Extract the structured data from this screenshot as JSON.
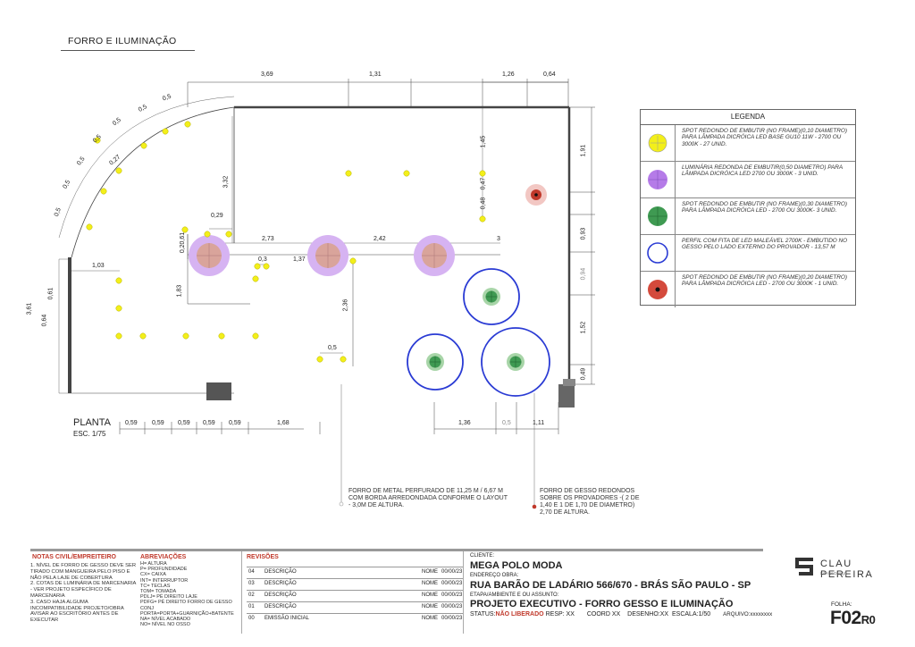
{
  "page_title": "FORRO E ILUMINAÇÃO",
  "plan": {
    "label": "PLANTA",
    "scale": "ESC. 1/75",
    "dims_top": [
      "3,69",
      "1,31",
      "1,26",
      "0,64"
    ],
    "dims_right": [
      "1,91",
      "0,93",
      "0,94",
      "1,52",
      "0,49"
    ],
    "dims_bottom": [
      "0,59",
      "0,59",
      "0,59",
      "0,59",
      "0,59",
      "1,68",
      "1,36",
      "0,5",
      "1,11"
    ],
    "dims_inner": [
      "3,32",
      "1,45",
      "0,47",
      "0,48",
      "0,29",
      "0,20,61",
      "2,73",
      "2,42",
      "3",
      "0,3",
      "1,37",
      "1,83",
      "2,36",
      "0,5",
      "1,03",
      "0,61",
      "0,64",
      "3,61"
    ],
    "dims_arc": [
      "0,5",
      "0,5",
      "0,5",
      "0,5",
      "0,5",
      "0,5",
      "0,5",
      "0,27"
    ]
  },
  "annotations": {
    "forro_metal": "FORRO DE METAL PERFURADO DE 11,25 M / 6,67 M COM BORDA ARREDONDADA CONFORME O LAYOUT - 3,0M DE ALTURA.",
    "forro_gesso": "FORRO  DE GESSO REDONDOS SOBRE OS PROVADORES -( 2 DE 1,40 E 1 DE 1,70 DE DIAMETRO) 2,70 DE ALTURA."
  },
  "legend": {
    "title": "LEGENDA",
    "items": [
      {
        "symbol": "spot-yellow",
        "text": "SPOT REDONDO DE EMBUTIR (NO FRAME)(0,10 DIAMETRO) PARA LÂMPADA DICRÓICA LED  BASE GU10 11W - 2700 OU 3000K -  27 UNID."
      },
      {
        "symbol": "luminaria-purple",
        "text": "LUMINÁRIA REDONDA DE EMBUTIR(0,50 DIAMETRO) PARA LÂMPADA DICRÓICA LED 2700 OU 3000K - 3 UNID."
      },
      {
        "symbol": "spot-green",
        "text": "SPOT REDONDO DE EMBUTIR (NO FRAME)(0,30 DIAMETRO) PARA LÂMPADA DICRÓICA LED - 2700 OU 3000K- 3 UNID."
      },
      {
        "symbol": "perfil-blue",
        "text": "PERFIL COM FITA DE LED MALEÁVEL 2700K - EMBUTIDO NO GESSO PELO LADO EXTERNO DO PROVADOR  - 13,57 M"
      },
      {
        "symbol": "spot-red",
        "text": "SPOT REDONDO DE EMBUTIR (NO FRAME)(0,20 DIAMETRO) PARA LÂMPADA DICRÓICA LED - 2700 OU 3000K - 1 UNID."
      }
    ]
  },
  "title_block": {
    "notes_title": "NOTAS CIVIL/EMPREITEIRO",
    "notes": [
      "1. NÍVEL DE FORRO DE GESSO DEVE SER TIRADO COM MANGUEIRA PELO PISO E NÃO PELA LAJE DE COBERTURA",
      "2. COTAS DE LUMINÁRIA DE MARCENARIA - VER PROJETO ESPECÍFICO DE MARCENARIA",
      "3. CASO HAJA ALGUMA INCOMPATIBILIDADE PROJETO/OBRA AVISAR AO ESCRITÓRIO ANTES DE EXECUTAR"
    ],
    "abbrev_title": "ABREVIAÇÕES",
    "abbrev": [
      "H= ALTURA",
      "P= PROFUNDIDADE",
      "CX= CAIXA",
      "INT= INTERRUPTOR",
      "TC= TECLAS",
      "TOM= TOMADA",
      "PDLJ= PÉ DIREITO LAJE",
      "PDFG= PÉ DIREITO FORRO DE GESSO",
      "CONJ PORTA=PORTA+GUARNIÇÃO+BATENTE",
      "NA= NÍVEL ACABADO",
      "NO= NÍVEL NO OSSO"
    ],
    "rev_title": "REVISÕES",
    "revisions": [
      {
        "num": "04",
        "desc": "DESCRIÇÃO",
        "name": "NOME",
        "date": "00/00/23"
      },
      {
        "num": "03",
        "desc": "DESCRIÇÃO",
        "name": "NOME",
        "date": "00/00/23"
      },
      {
        "num": "02",
        "desc": "DESCRIÇÃO",
        "name": "NOME",
        "date": "00/00/23"
      },
      {
        "num": "01",
        "desc": "DESCRIÇÃO",
        "name": "NOME",
        "date": "00/00/23"
      },
      {
        "num": "00",
        "desc": "EMISSÃO INICIAL",
        "name": "NOME",
        "date": "00/00/23"
      }
    ],
    "client_label": "CLIENTE:",
    "client": "MEGA POLO MODA",
    "address_label": "ENDEREÇO OBRA:",
    "address": "RUA BARÃO DE LADÁRIO 566/670 - BRÁS SÃO PAULO - SP",
    "stage_label": "ETAPA/AMBIENTE E OU ASSUNTO:",
    "stage": "PROJETO EXECUTIVO - FORRO GESSO E ILUMINAÇÃO",
    "status_label": "STATUS:",
    "status": "NÃO LIBERADO",
    "resp": "RESP:  XX",
    "coord": "COORD  XX",
    "desenho": "DESENHO:XX",
    "escala": "ESCALA:1/50",
    "arquivo": "ARQUIVO:xxxxxxxx",
    "logo_text": "CLAU PEREIRA",
    "logo_sub": "Interior Design",
    "folha_label": "FOLHA:",
    "folha": "F02",
    "folha_rev": "R0"
  },
  "colors": {
    "yellow": "#f3ef1a",
    "purple": "#b57be8",
    "purple_halo": "#d6b3f2",
    "green": "#3f9a52",
    "green_halo": "#a8d5a8",
    "blue": "#2a3bd4",
    "red": "#c0392b",
    "red_halo": "#f2c7c3",
    "accent_red": "#c0392b"
  }
}
